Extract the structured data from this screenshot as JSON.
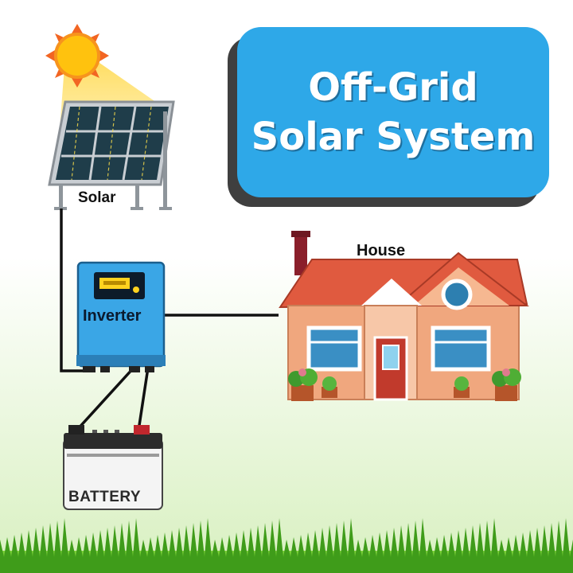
{
  "title": {
    "line1": "Off-Grid",
    "line2": "Solar System"
  },
  "components": {
    "solar": "Solar",
    "inverter": "Inverter",
    "house": "House",
    "battery": "BATTERY"
  },
  "colors": {
    "title_bg": "#2ea8e8",
    "inverter_body": "#3aa6e6",
    "roof": "#e05a3f",
    "house_wall": "#f0a77e",
    "wire": "#111111",
    "grass": "#4caf1e"
  }
}
